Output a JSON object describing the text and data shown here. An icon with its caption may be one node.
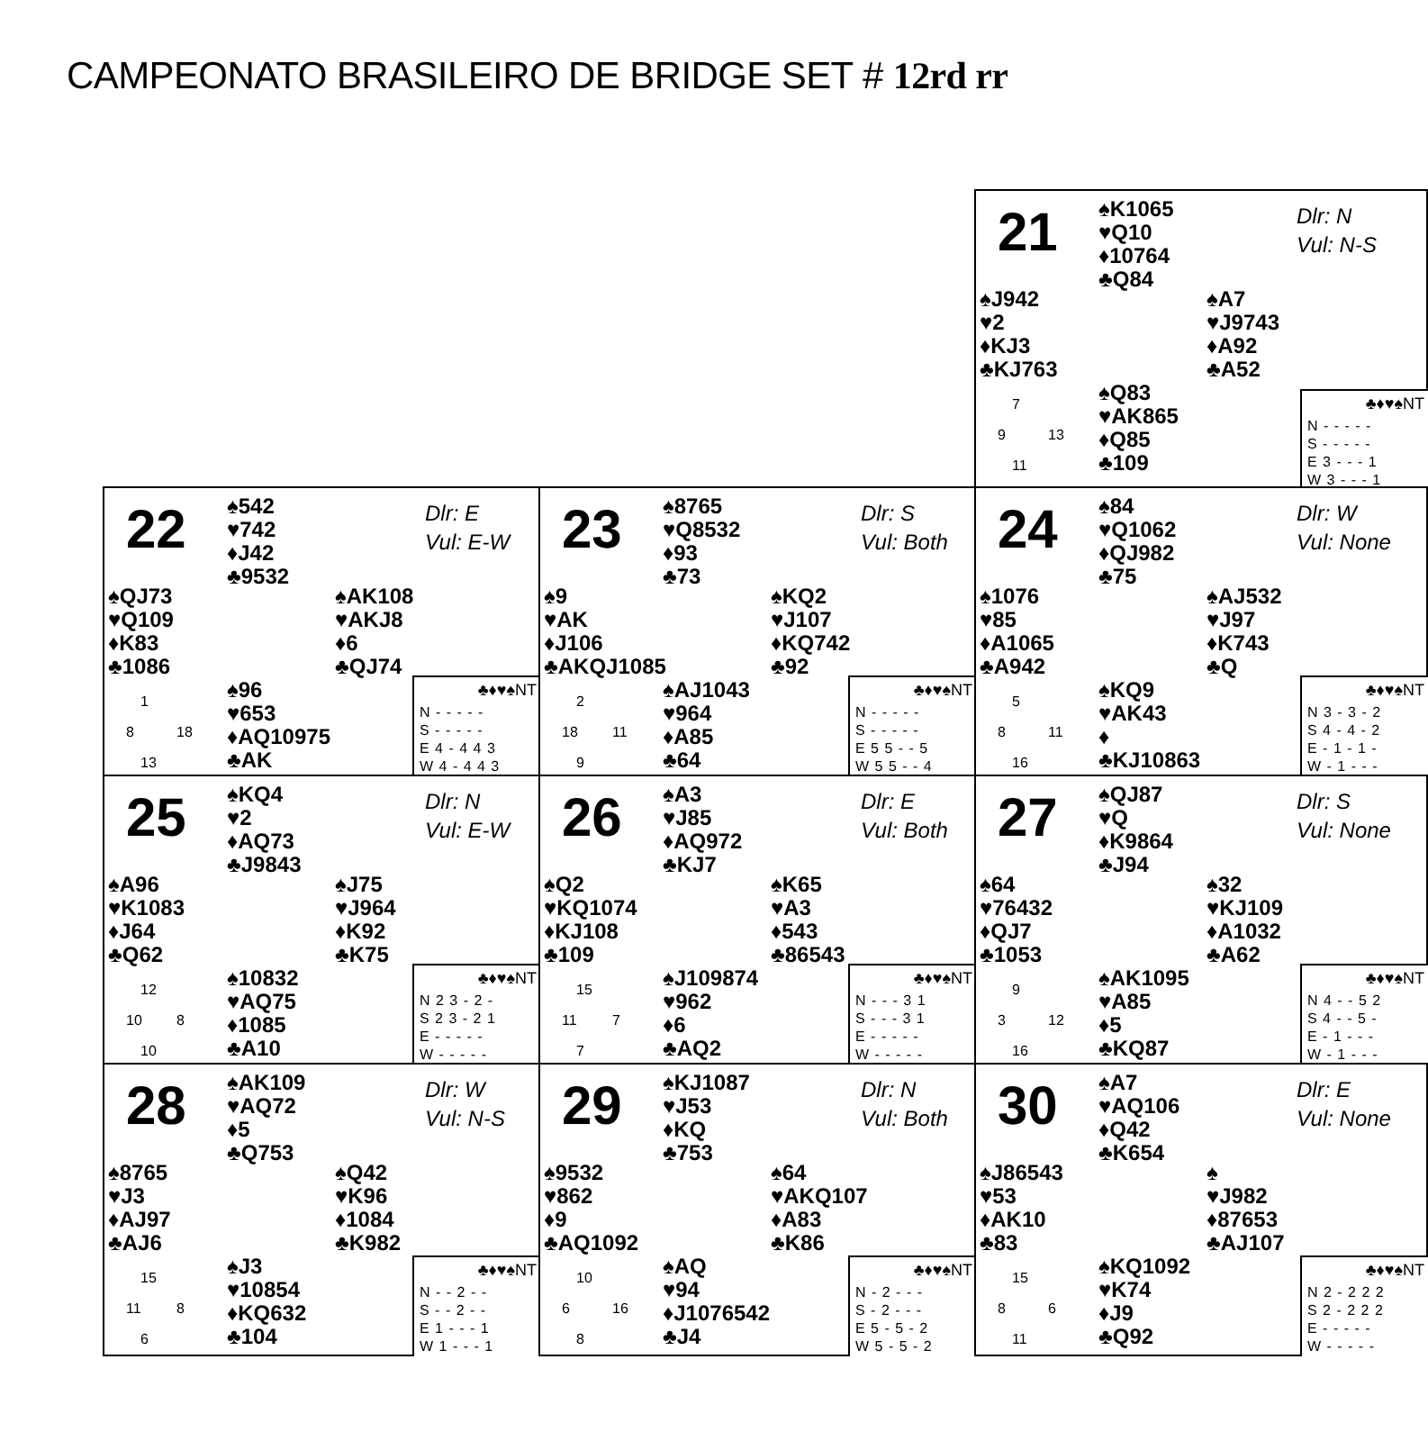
{
  "diagram": {
    "title": "CAMPEONATO BRASILEIRO DE BRIDGE SET # **12rd rr**",
    "nodes": [
      {
        "text": [
          "21",
          "Dlr: N",
          "Vul: N-S",
          "♠K1065",
          "♥Q10",
          "♦10764",
          "♣Q84",
          "♠J942",
          "♥2",
          "♦KJ3",
          "♣KJ763",
          "♠A7",
          "♥J9743",
          "♦A92",
          "♣A52",
          "♠Q83",
          "♥AK865",
          "♦Q85",
          "♣109",
          "7",
          "9",
          "13",
          "11"
        ]
      },
      {
        "text": [
          "♣♦♥♠NT",
          "N - - - - -",
          "S - - - - -",
          "E 3 - - - 1",
          "W 3 - - - 1"
        ],
        "in": 0
      },
      {
        "text": [
          "22",
          "Dlr: E",
          "Vul: E-W",
          "♠542",
          "♥742",
          "♦J42",
          "♣9532",
          "♠QJ73",
          "♥Q109",
          "♦K83",
          "♣1086",
          "♠AK108",
          "♥AKJ8",
          "♦6",
          "♣QJ74",
          "♠96",
          "♥653",
          "♦AQ10975",
          "♣AK",
          "1",
          "8",
          "18",
          "13"
        ]
      },
      {
        "text": [
          "♣♦♥♠NT",
          "N - - - - -",
          "S - - - - -",
          "E 4 - 4 4 3",
          "W 4 - 4 4 3"
        ],
        "in": 2
      },
      {
        "text": [
          "23",
          "Dlr: S",
          "Vul: Both",
          "♠8765",
          "♥Q8532",
          "♦93",
          "♣73",
          "♠9",
          "♥AK",
          "♦J106",
          "♣AKQJ1085",
          "♠KQ2",
          "♥J107",
          "♦KQ742",
          "♣92",
          "♠AJ1043",
          "♥964",
          "♦A85",
          "♣64",
          "2",
          "18",
          "11",
          "9"
        ]
      },
      {
        "text": [
          "♣♦♥♠NT",
          "N - - - - -",
          "S - - - - -",
          "E 5 5 - - 5",
          "W 5 5 - - 4"
        ],
        "in": 4
      },
      {
        "text": [
          "24",
          "Dlr: W",
          "Vul: None",
          "♠84",
          "♥Q1062",
          "♦QJ982",
          "♣75",
          "♠1076",
          "♥85",
          "♦A1065",
          "♣A942",
          "♠AJ532",
          "♥J97",
          "♦K743",
          "♣Q",
          "♠KQ9",
          "♥AK43",
          "♦",
          "♣KJ10863",
          "5",
          "8",
          "11",
          "16"
        ]
      },
      {
        "text": [
          "♣♦♥♠NT",
          "N 3 - 3 - 2",
          "S 4 - 4 - 2",
          "E - 1 - 1 -",
          "W - 1 - - -"
        ],
        "in": 6
      },
      {
        "text": [
          "25",
          "Dlr: N",
          "Vul: E-W",
          "♠KQ4",
          "♥2",
          "♦AQ73",
          "♣J9843",
          "♠A96",
          "♥K1083",
          "♦J64",
          "♣Q62",
          "♠J75",
          "♥J964",
          "♦K92",
          "♣K75",
          "♠10832",
          "♥AQ75",
          "♦1085",
          "♣A10",
          "12",
          "10",
          "8",
          "10"
        ]
      },
      {
        "text": [
          "♣♦♥♠NT",
          "N 2 3 - 2 -",
          "S 2 3 - 2 1",
          "E - - - - -",
          "W - - - - -"
        ],
        "in": 8
      },
      {
        "text": [
          "26",
          "Dlr: E",
          "Vul: Both",
          "♠A3",
          "♥J85",
          "♦AQ972",
          "♣KJ7",
          "♠Q2",
          "♥KQ1074",
          "♦KJ108",
          "♣109",
          "♠K65",
          "♥A3",
          "♦543",
          "♣86543",
          "♠J109874",
          "♥962",
          "♦6",
          "♣AQ2",
          "15",
          "11",
          "7",
          "7"
        ]
      },
      {
        "text": [
          "♣♦♥♠NT",
          "N - - - 3 1",
          "S - - - 3 1",
          "E - - - - -",
          "W - - - - -"
        ],
        "in": 10
      },
      {
        "text": [
          "27",
          "Dlr: S",
          "Vul: None",
          "♠QJ87",
          "♥Q",
          "♦K9864",
          "♣J94",
          "♠64",
          "♥76432",
          "♦QJ7",
          "♣1053",
          "♠32",
          "♥KJ109",
          "♦A1032",
          "♣A62",
          "♠AK1095",
          "♥A85",
          "♦5",
          "♣KQ87",
          "9",
          "3",
          "12",
          "16"
        ]
      },
      {
        "text": [
          "♣♦♥♠NT",
          "N 4 - - 5 2",
          "S 4 - - 5 -",
          "E - 1 - - -",
          "W - 1 - - -"
        ],
        "in": 12
      },
      {
        "text": [
          "28",
          "Dlr: W",
          "Vul: N-S",
          "♠AK109",
          "♥AQ72",
          "♦5",
          "♣Q753",
          "♠8765",
          "♥J3",
          "♦AJ97",
          "♣AJ6",
          "♠Q42",
          "♥K96",
          "♦1084",
          "♣K982",
          "♠J3",
          "♥10854",
          "♦KQ632",
          "♣104",
          "15",
          "11",
          "8",
          "6"
        ]
      },
      {
        "text": [
          "♣♦♥♠NT",
          "N - - 2 - -",
          "S - - 2 - -",
          "E 1 - - - 1",
          "W 1 - - - 1"
        ],
        "in": 14
      },
      {
        "text": [
          "29",
          "Dlr: N",
          "Vul: Both",
          "♠KJ1087",
          "♥J53",
          "♦KQ",
          "♣753",
          "♠9532",
          "♥862",
          "♦9",
          "♣AQ1092",
          "♠64",
          "♥AKQ107",
          "♦A83",
          "♣K86",
          "♠AQ",
          "♥94",
          "♦J1076542",
          "♣J4",
          "10",
          "6",
          "16",
          "8"
        ]
      },
      {
        "text": [
          "♣♦♥♠NT",
          "N - 2 - - -",
          "S - 2 - - -",
          "E 5 - 5 - 2",
          "W 5 - 5 - 2"
        ],
        "in": 16
      },
      {
        "text": [
          "30",
          "Dlr: E",
          "Vul: None",
          "♠A7",
          "♥AQ106",
          "♦Q42",
          "♣K654",
          "♠J86543",
          "♥53",
          "♦AK10",
          "♣83",
          "♠",
          "♥J982",
          "♦87653",
          "♣AJ107",
          "♠KQ1092",
          "♥K74",
          "♦J9",
          "♣Q92",
          "15",
          "8",
          "6",
          "11"
        ]
      },
      {
        "text": [
          "♣♦♥♠NT",
          "N 2 - 2 2 2",
          "S 2 - 2 2 2",
          "E - - - - -",
          "W - - - - -"
        ],
        "in": 18
      }
    ]
  }
}
